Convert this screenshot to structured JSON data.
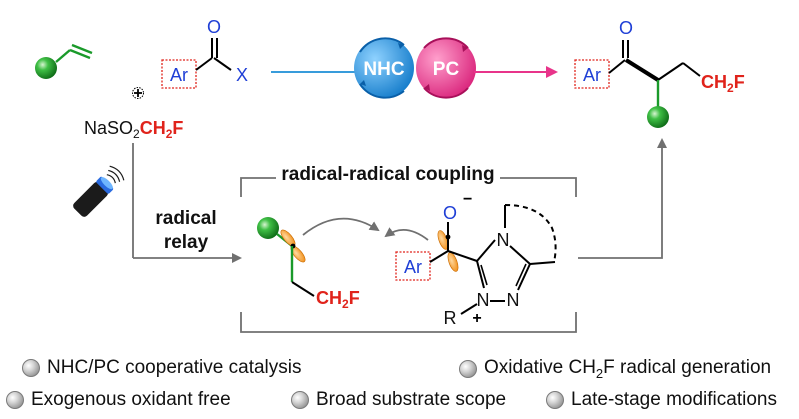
{
  "labels": {
    "ar_reagent": "Ar",
    "ar_product": "Ar",
    "ar_intermediate": "Ar",
    "leaving_group": "X",
    "carbonyl_o_reagent": "O",
    "carbonyl_o_product": "O",
    "reagent_prefix": "NaSO",
    "reagent_sub2": "2",
    "reagent_red": "CH",
    "reagent_red_sub": "2",
    "reagent_red_f": "F",
    "product_ch2": "CH",
    "product_ch2_sub": "2",
    "product_f": "F",
    "radical_ch2": "CH",
    "radical_ch2_sub": "2",
    "radical_f": "F",
    "nhc": "NHC",
    "pc": "PC",
    "coupling": "radical-radical coupling",
    "relay_line1": "radical",
    "relay_line2": "relay",
    "ring_n4": "N",
    "ring_n1": "N",
    "ring_n2": "N",
    "r_group": "R",
    "plus_charge": "+",
    "alkoxide_o": "O",
    "minus_charge": "−"
  },
  "features": [
    "NHC/PC cooperative catalysis",
    "Oxidative CH",
    "2",
    "F radical generation",
    "Exogenous oxidant free",
    "Broad substrate scope",
    "Late-stage modifications"
  ],
  "colors": {
    "green_sphere": "#1e9a2e",
    "alkene_green": "#1a9a2a",
    "red_text": "#e0231b",
    "blue": "#1f3fd6",
    "nhc_circle": "#1d8fd6",
    "pc_circle": "#e8348a",
    "orbital_orange": "#f5a030",
    "arrow_gray": "#707070"
  },
  "icons": [
    "green-sphere-icon",
    "aryl-box-icon",
    "light-source-icon",
    "feature-bullet-icon"
  ]
}
